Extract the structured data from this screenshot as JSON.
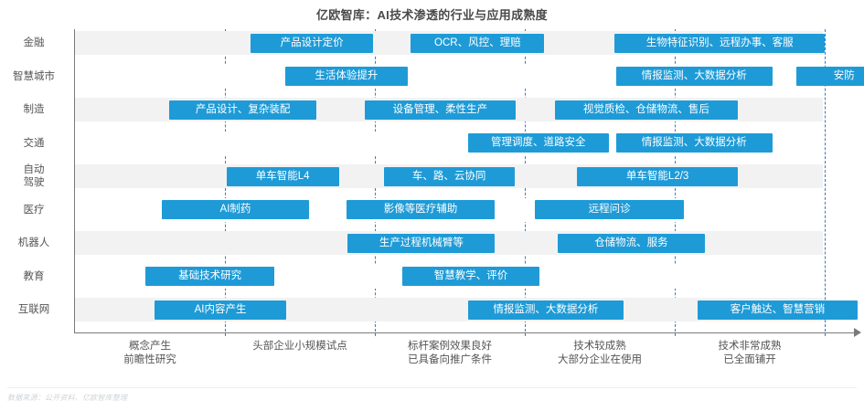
{
  "title": "亿欧智库：AI技术渗透的行业与应用成熟度",
  "source_note": "数据来源：公开资料、亿欧智库整理",
  "colors": {
    "bar": "#1e9bd7",
    "band_shaded": "#f2f2f2",
    "band_plain": "#ffffff",
    "gridline": "#2f7fc4",
    "axis": "#7a7a7a",
    "text": "#555555",
    "title": "#4a4a4a"
  },
  "chart_data": {
    "type": "bar",
    "title": "亿欧智库：AI技术渗透的行业与应用成熟度",
    "xlabel": "",
    "ylabel": "",
    "orientation": "horizontal",
    "grid": true,
    "legend": "none",
    "xlim": [
      0,
      5
    ],
    "stages": [
      "概念产生\n前瞻性研究",
      "头部企业小规模试点",
      "标杆案例效果良好\n已具备向推广条件",
      "技术较成熟\n大部分企业在使用",
      "技术非常成熟\n已全面铺开"
    ],
    "stage_labels": [
      {
        "line1": "概念产生",
        "line2": "前瞻性研究"
      },
      {
        "line1": "头部企业小规模试点",
        "line2": ""
      },
      {
        "line1": "标杆案例效果良好",
        "line2": "已具备向推广条件"
      },
      {
        "line1": "技术较成熟",
        "line2": "大部分企业在使用"
      },
      {
        "line1": "技术非常成熟",
        "line2": "已全面铺开"
      }
    ],
    "categories": [
      "金融",
      "智慧城市",
      "制造",
      "交通",
      "自动驾驶",
      "医疗",
      "机器人",
      "教育",
      "互联网"
    ],
    "rows": [
      {
        "category": "金融",
        "category_lines": [
          "金融"
        ],
        "band": "shaded",
        "items": [
          {
            "label": "产品设计定价",
            "start": 1.17,
            "end": 1.99
          },
          {
            "label": "OCR、风控、理赔",
            "start": 2.24,
            "end": 3.13
          },
          {
            "label": "生物特征识别、远程办事、客服",
            "start": 3.6,
            "end": 5.0
          }
        ]
      },
      {
        "category": "智慧城市",
        "category_lines": [
          "智慧城市"
        ],
        "band": "plain",
        "items": [
          {
            "label": "生活体验提升",
            "start": 1.4,
            "end": 2.22
          },
          {
            "label": "情报监测、大数据分析",
            "start": 3.61,
            "end": 4.65
          },
          {
            "label": "安防",
            "start": 4.81,
            "end": 5.45
          }
        ]
      },
      {
        "category": "制造",
        "category_lines": [
          "制造"
        ],
        "band": "shaded",
        "items": [
          {
            "label": "产品设计、复杂装配",
            "start": 0.63,
            "end": 1.61
          },
          {
            "label": "设备管理、柔性生产",
            "start": 1.93,
            "end": 2.94
          },
          {
            "label": "视觉质检、仓储物流、售后",
            "start": 3.2,
            "end": 4.42
          }
        ]
      },
      {
        "category": "交通",
        "category_lines": [
          "交通"
        ],
        "band": "plain",
        "items": [
          {
            "label": "管理调度、道路安全",
            "start": 2.62,
            "end": 3.56
          },
          {
            "label": "情报监测、大数据分析",
            "start": 3.61,
            "end": 4.65
          }
        ]
      },
      {
        "category": "自动驾驶",
        "category_lines": [
          "自动",
          "驾驶"
        ],
        "band": "shaded",
        "items": [
          {
            "label": "单车智能L4",
            "start": 1.01,
            "end": 1.76
          },
          {
            "label": "车、路、云协同",
            "start": 2.06,
            "end": 2.93
          },
          {
            "label": "单车智能L2/3",
            "start": 3.35,
            "end": 4.42
          }
        ]
      },
      {
        "category": "医疗",
        "category_lines": [
          "医疗"
        ],
        "band": "plain",
        "items": [
          {
            "label": "AI制药",
            "start": 0.58,
            "end": 1.56
          },
          {
            "label": "影像等医疗辅助",
            "start": 1.81,
            "end": 2.8
          },
          {
            "label": "远程问诊",
            "start": 3.07,
            "end": 4.06
          }
        ]
      },
      {
        "category": "机器人",
        "category_lines": [
          "机器人"
        ],
        "band": "shaded",
        "items": [
          {
            "label": "生产过程机械臂等",
            "start": 1.82,
            "end": 2.8
          },
          {
            "label": "仓储物流、服务",
            "start": 3.22,
            "end": 4.2
          }
        ]
      },
      {
        "category": "教育",
        "category_lines": [
          "教育"
        ],
        "band": "plain",
        "items": [
          {
            "label": "基础技术研究",
            "start": 0.47,
            "end": 1.33
          },
          {
            "label": "智慧教学、评价",
            "start": 2.18,
            "end": 3.1
          }
        ]
      },
      {
        "category": "互联网",
        "category_lines": [
          "互联网"
        ],
        "band": "shaded",
        "items": [
          {
            "label": "AI内容产生",
            "start": 0.53,
            "end": 1.41
          },
          {
            "label": "情报监测、大数据分析",
            "start": 2.62,
            "end": 3.66
          },
          {
            "label": "客户触达、智慧营销",
            "start": 4.15,
            "end": 5.22
          }
        ]
      }
    ]
  }
}
